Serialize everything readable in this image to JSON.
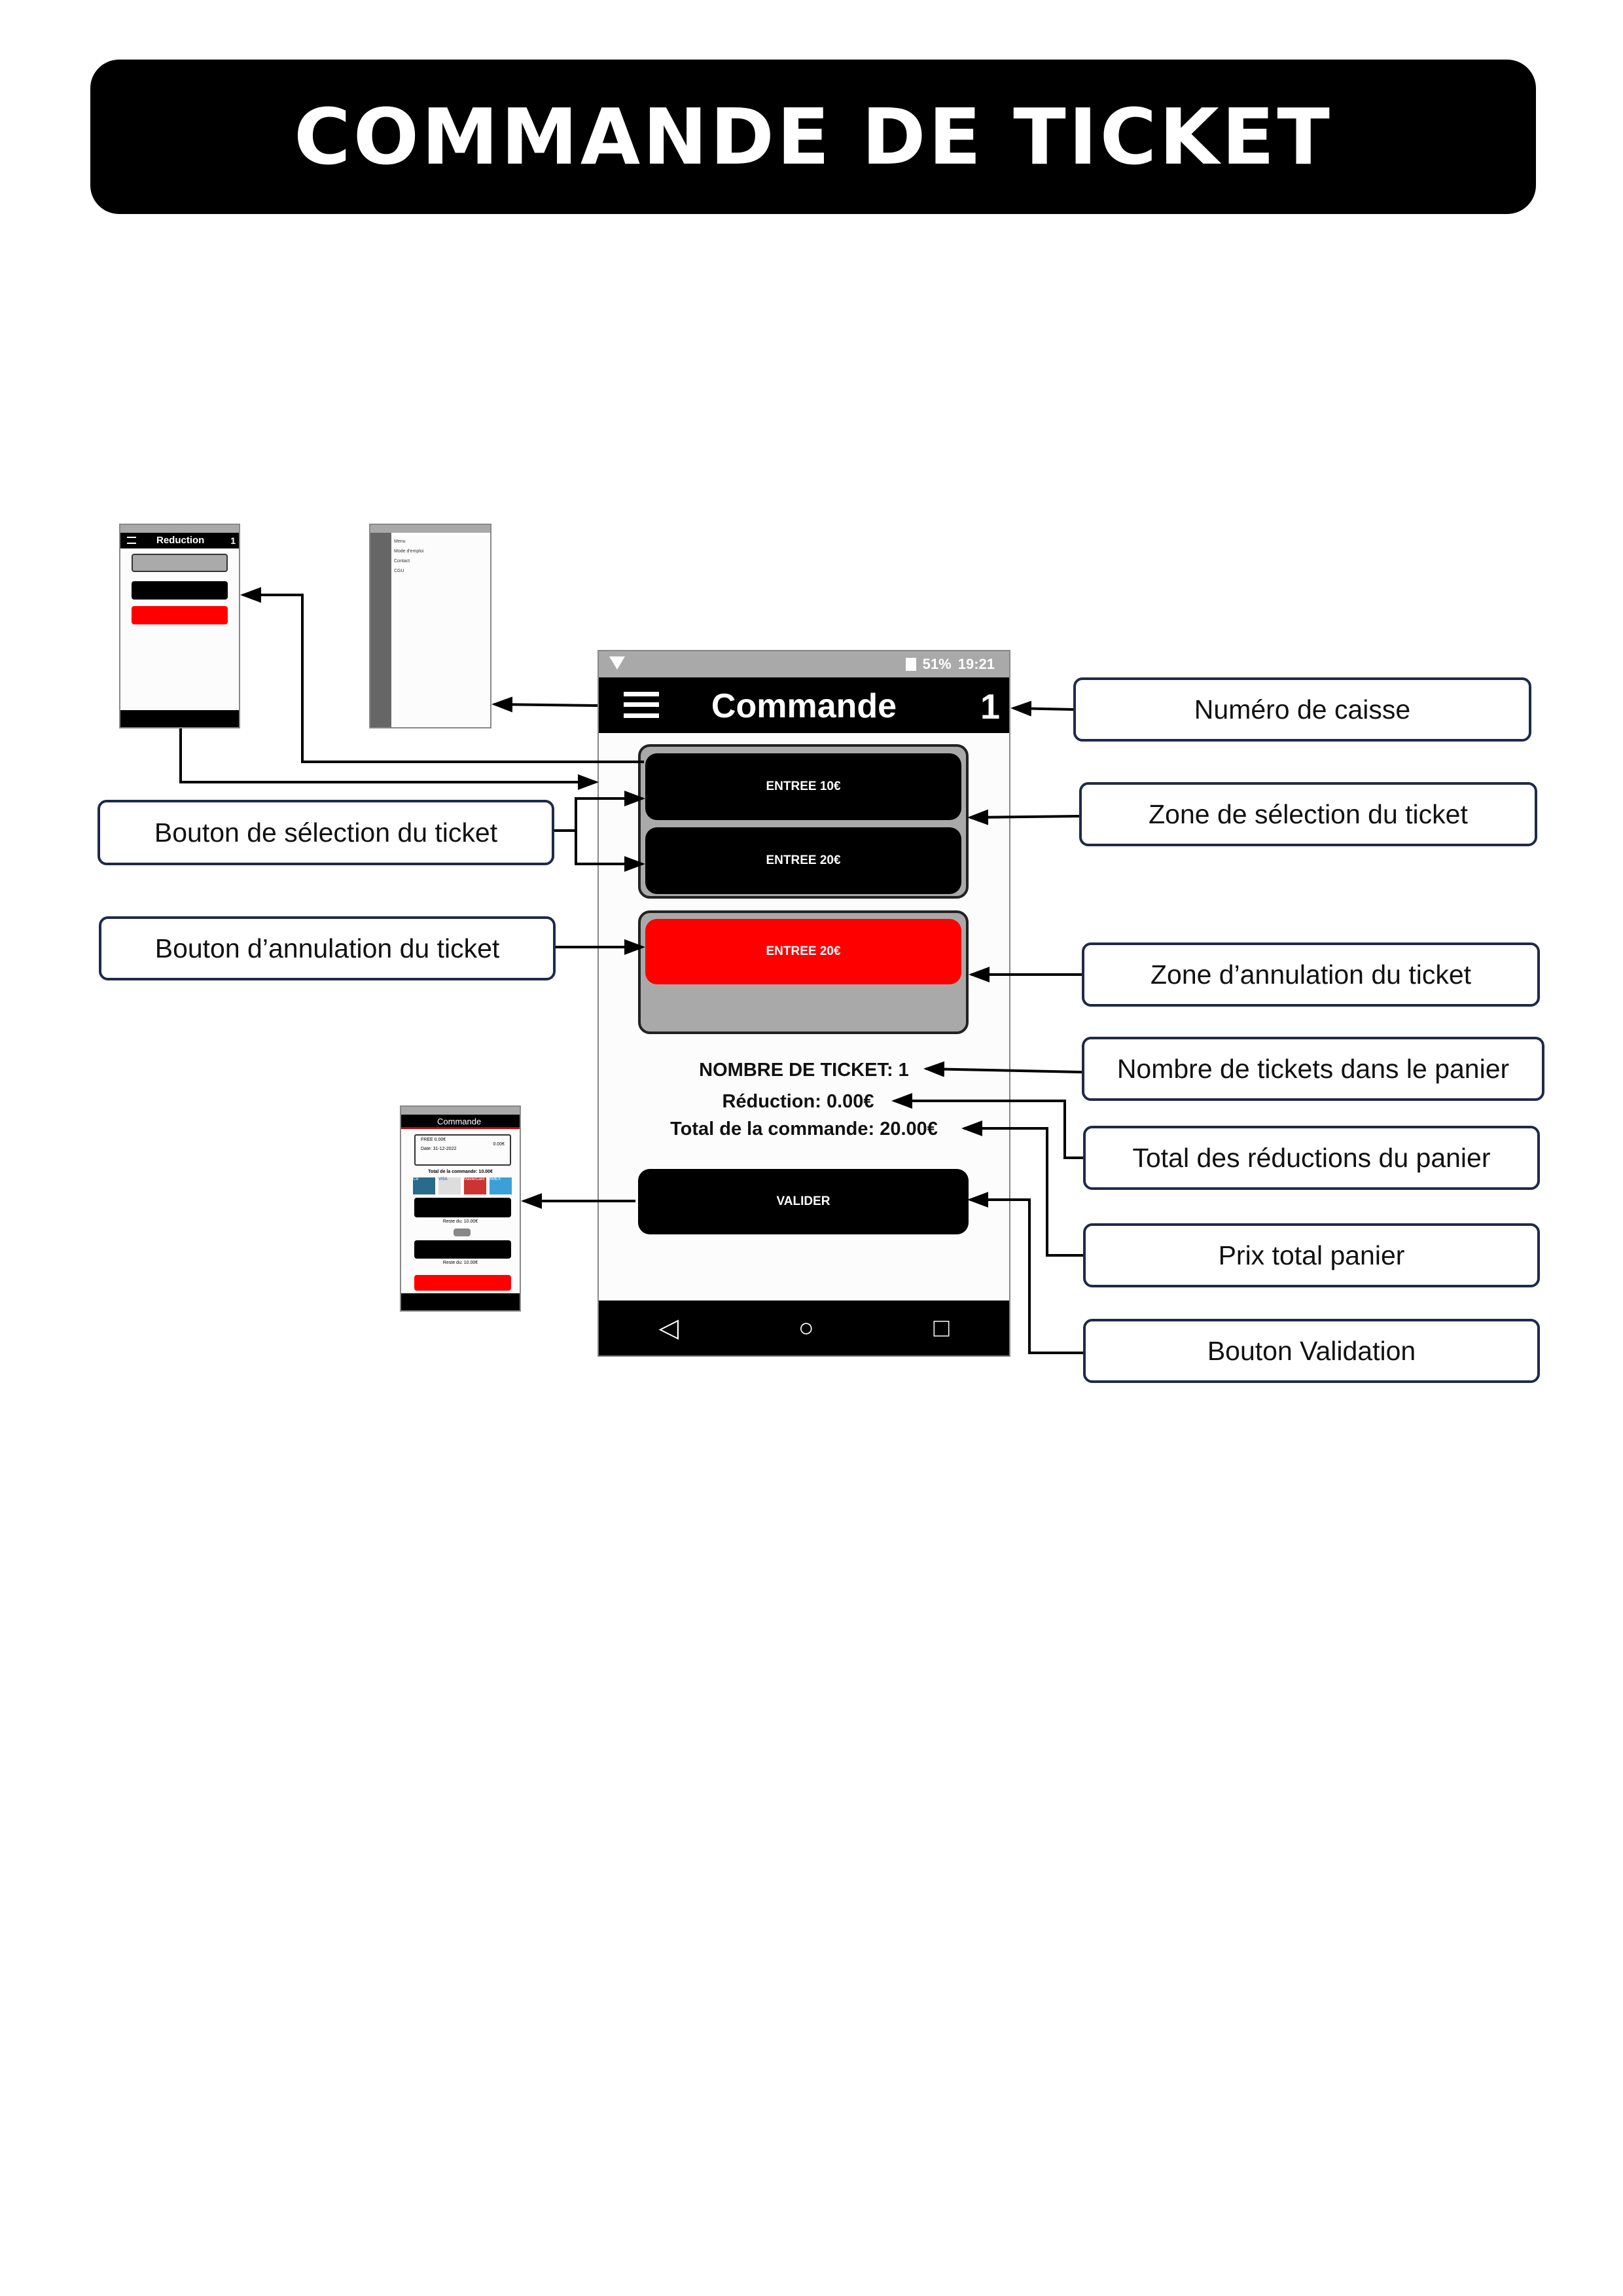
{
  "title": "COMMANDE DE TICKET",
  "main_phone": {
    "status": {
      "battery": "51%",
      "time": "19:21",
      "wifi_icon": "wifi-icon",
      "battery_icon": "battery-icon"
    },
    "header": {
      "title": "Commande",
      "register_number": "1",
      "menu_icon": "hamburger-icon"
    },
    "ticket_buttons": [
      "ENTREE 10€",
      "ENTREE 20€"
    ],
    "cancel_buttons": [
      "ENTREE 20€"
    ],
    "ticket_count": "NOMBRE DE TICKET: 1",
    "reduction": "Réduction: 0.00€",
    "total": "Total de la commande: 20.00€",
    "validate": "VALIDER",
    "nav": {
      "back": "◁",
      "home": "○",
      "recent": "□"
    }
  },
  "reduction_screen": {
    "title": "Reduction",
    "register_number": "1"
  },
  "menu_screen": {
    "heading": "Menu",
    "items": [
      "Mode d'emploi",
      "Contact",
      "CGU"
    ]
  },
  "payment_screen": {
    "title": "Commande",
    "ticket_line": "FREE 0.00€",
    "ticket_price": "0.00€",
    "date": "Date: 31-12-2022",
    "total": "Total de la commande: 10.00€",
    "cards": [
      "CB",
      "VISA",
      "MasterCard",
      "AMEX"
    ],
    "remaining_1": "Reste du: 10.00€",
    "remaining_2": "Reste du: 10.00€"
  },
  "labels": {
    "register_number": "Numéro de caisse",
    "selection_zone": "Zone de sélection du ticket",
    "cancel_zone": "Zone d’annulation du ticket",
    "ticket_count": "Nombre de tickets dans le panier",
    "reductions_total": "Total des réductions du panier",
    "cart_total": "Prix total panier",
    "validate_button": "Bouton Validation",
    "selection_button": "Bouton de sélection du ticket",
    "cancel_button": "Bouton d’annulation du ticket"
  },
  "colors": {
    "accent_red": "#ff0000",
    "zone_gray": "#a9a9a9",
    "label_border": "#1f2a4a"
  }
}
